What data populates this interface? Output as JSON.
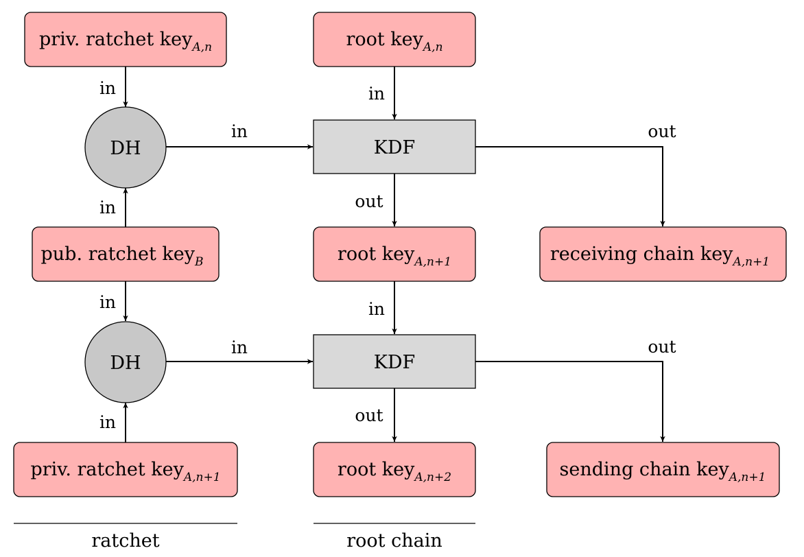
{
  "nodes": {
    "priv_key_n": {
      "main": "priv. ratchet key",
      "sub": "A,n"
    },
    "pub_key_b": {
      "main": "pub. ratchet key",
      "sub": "B"
    },
    "priv_key_n1": {
      "main": "priv. ratchet key",
      "sub": "A,n+1"
    },
    "dh_top": {
      "main": "DH"
    },
    "dh_bottom": {
      "main": "DH"
    },
    "root_key_n": {
      "main": "root key",
      "sub": "A,n"
    },
    "kdf_top": {
      "main": "KDF"
    },
    "root_key_n1": {
      "main": "root key",
      "sub": "A,n+1"
    },
    "kdf_bottom": {
      "main": "KDF"
    },
    "root_key_n2": {
      "main": "root key",
      "sub": "A,n+2"
    },
    "recv_chain": {
      "main": "receiving chain key",
      "sub": "A,n+1"
    },
    "send_chain": {
      "main": "sending chain key",
      "sub": "A,n+1"
    }
  },
  "edge_labels": {
    "in": "in",
    "out": "out"
  },
  "columns": {
    "ratchet": "ratchet",
    "root_chain": "root chain"
  },
  "colors": {
    "key_fill": "#ffb3b3",
    "kdf_fill": "#d9d9d9",
    "dh_fill": "#c8c8c8"
  }
}
